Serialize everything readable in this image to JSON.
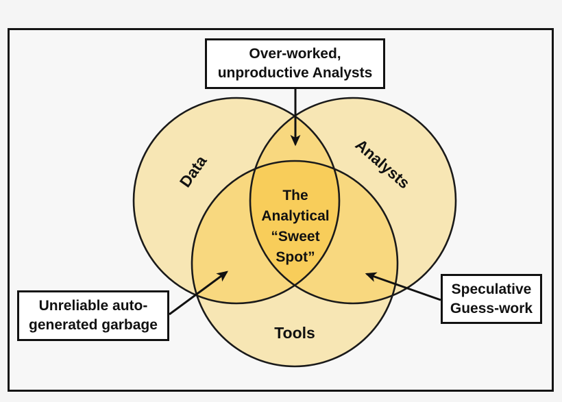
{
  "venn": {
    "sets": {
      "data": {
        "label": "Data"
      },
      "analysts": {
        "label": "Analysts"
      },
      "tools": {
        "label": "Tools"
      }
    },
    "center_label": {
      "line1": "The",
      "line2": "Analytical",
      "line3": "“Sweet",
      "line4": "Spot”"
    },
    "callouts": {
      "top": {
        "line1": "Over-worked,",
        "line2": "unproductive Analysts"
      },
      "bottom_left": {
        "line1": "Unreliable auto-",
        "line2": "generated garbage"
      },
      "right": {
        "line1": "Speculative",
        "line2": "Guess-work"
      }
    },
    "colors": {
      "region_single": "#f7e6b4",
      "region_pair": "#f8d87f",
      "region_triple": "#f8cd5a",
      "circle_outline": "#1a1a1a",
      "frame_border": "#141414",
      "background": "#f5f5f5",
      "callout_background": "#ffffff",
      "text": "#111111"
    }
  }
}
